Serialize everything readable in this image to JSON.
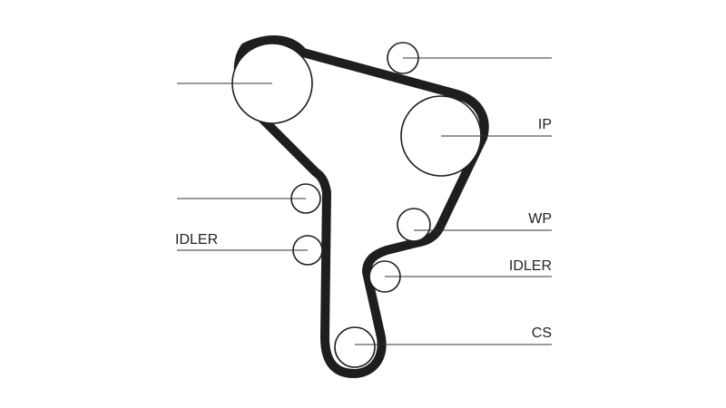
{
  "diagram": {
    "labels": {
      "ip": "IP",
      "wp": "WP",
      "idler_left": "IDLER",
      "idler_right": "IDLER",
      "cs": "CS"
    },
    "colors": {
      "belt": "#1e1e1e",
      "line": "#333333",
      "text": "#222222",
      "background": "#ffffff"
    }
  }
}
